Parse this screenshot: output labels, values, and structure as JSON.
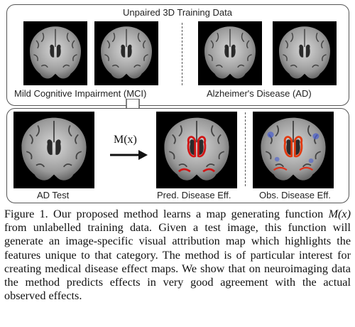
{
  "top_panel": {
    "title": "Unpaired 3D Training Data",
    "group_left_label": "Mild Cognitive Impairment (MCI)",
    "group_right_label": "Alzheimer's Disease (AD)"
  },
  "bottom_panel": {
    "test_label": "AD Test",
    "map_function": "M(x)",
    "pred_label": "Pred. Disease Eff.",
    "obs_label": "Obs. Disease Eff."
  },
  "caption": {
    "figure_label": "Figure 1.",
    "text_part1": "Our proposed method learns a map generating function",
    "math": "M(x)",
    "text_part2": "from unlabelled training data. Given a test image, this function will generate an image-specific visual attribution map which highlights the features unique to that category. The method is of particular interest for creating medical disease effect maps. We show that on neuroimaging data the method predicts effects in very good agreement with the actual observed effects."
  }
}
